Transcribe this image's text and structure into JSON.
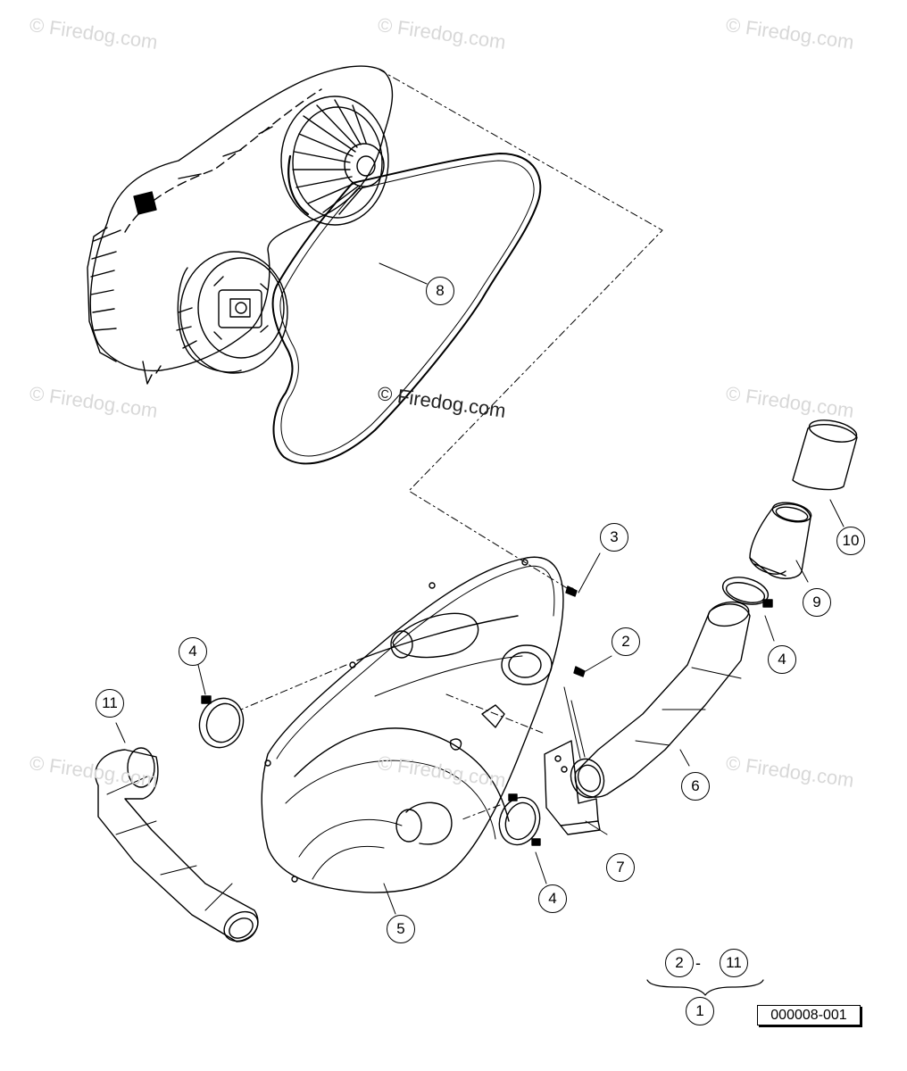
{
  "watermarks": [
    "© Firedog.com",
    "© Firedog.com",
    "© Firedog.com",
    "© Firedog.com",
    "© Firedog.com",
    "© Firedog.com",
    "© Firedog.com",
    "© Firedog.com"
  ],
  "center_watermark": "© Firedog.com",
  "callouts": {
    "belt": "8",
    "screw_upper": "3",
    "screw_lower": "2",
    "clamp_left": "4",
    "clamp_right_top": "4",
    "clamp_bottom": "4",
    "duct_left": "11",
    "cover": "5",
    "duct_right": "6",
    "bracket": "7",
    "adapter": "9",
    "filter": "10"
  },
  "kit_range": {
    "start": "2",
    "dash": "-",
    "end": "11",
    "kit": "1"
  },
  "reference_number": "000008-001"
}
